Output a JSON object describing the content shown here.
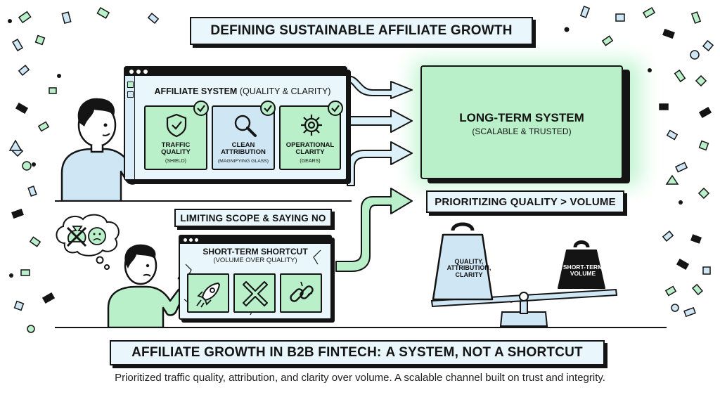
{
  "header": {
    "title": "DEFINING SUSTAINABLE AFFILIATE GROWTH"
  },
  "affiliate_system": {
    "title_bold": "AFFILIATE SYSTEM",
    "title_paren": "(QUALITY & CLARITY)",
    "cards": [
      {
        "label": "TRAFFIC QUALITY",
        "sub": "(SHIELD)",
        "icon": "shield-icon"
      },
      {
        "label": "CLEAN ATTRIBUTION",
        "sub": "(MAGNIFYING GLASS)",
        "icon": "magnifying-glass-icon"
      },
      {
        "label": "OPERATIONAL CLARITY",
        "sub": "(GEARS)",
        "icon": "gears-icon"
      }
    ]
  },
  "long_term": {
    "title": "LONG-TERM SYSTEM",
    "subtitle": "(SCALABLE & TRUSTED)"
  },
  "prioritizing": {
    "label": "PRIORITIZING QUALITY > VOLUME"
  },
  "limiting": {
    "label": "LIMITING SCOPE & SAYING NO"
  },
  "shortcut": {
    "title": "SHORT-TERM SHORTCUT",
    "subtitle": "(VOLUME OVER QUALITY)",
    "cards": [
      {
        "icon": "rocket-icon"
      },
      {
        "icon": "cross-icon"
      },
      {
        "icon": "broken-link-icon"
      }
    ]
  },
  "scale": {
    "left_weight_label": "QUALITY, ATTRIBUTION, CLARITY",
    "right_weight_label": "SHORT-TERM VOLUME"
  },
  "footer": {
    "title_bold": "AFFILIATE GROWTH IN B2B FINTECH:",
    "title_rest": "A SYSTEM, NOT A SHORTCUT",
    "caption": "Prioritized traffic quality, attribution, and clarity over volume. A scalable channel built on trust and integrity."
  },
  "colors": {
    "mint": "#b9f0c9",
    "mint_dark": "#7fe0a0",
    "light_blue": "#cfe6f4",
    "pale_blue": "#e9f6fb",
    "ink": "#141414"
  }
}
